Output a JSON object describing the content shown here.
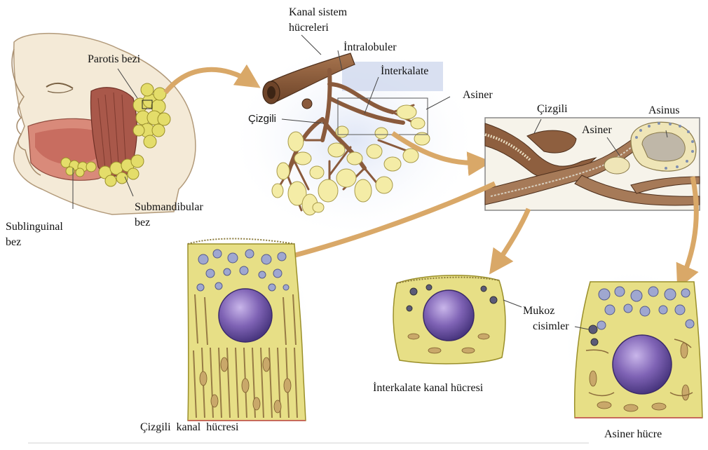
{
  "labels": {
    "parotis": "Parotis bezi",
    "sublingual_1": "Sublinguinal",
    "sublingual_2": "bez",
    "submandibular_1": "Submandibular",
    "submandibular_2": "bez",
    "kanal_sistem_1": "Kanal sistem",
    "kanal_sistem_2": "hücreleri",
    "intralobuler": "İntralobuler",
    "interkalate": "İnterkalate",
    "cizgili_left": "Çizgili",
    "asiner_top": "Asiner",
    "cizgili_right": "Çizgili",
    "asiner_right": "Asiner",
    "asinus": "Asinus",
    "mukoz_1": "Mukoz",
    "mukoz_2": "cisimler",
    "interkalate_cell": "İnterkalate kanal hücresi",
    "cizgili_cell": "Çizgili  kanal  hücresi",
    "asiner_cell": "Asiner hücre"
  },
  "colors": {
    "duct_brown": "#8a5a3c",
    "acinus_yellow": "#f3ecaa",
    "cell_nucleus": "#7a5aa8",
    "arrow_tan": "#d9a868",
    "cytoplasm": "#e7df86",
    "granule_blue": "#9fa7d0"
  }
}
